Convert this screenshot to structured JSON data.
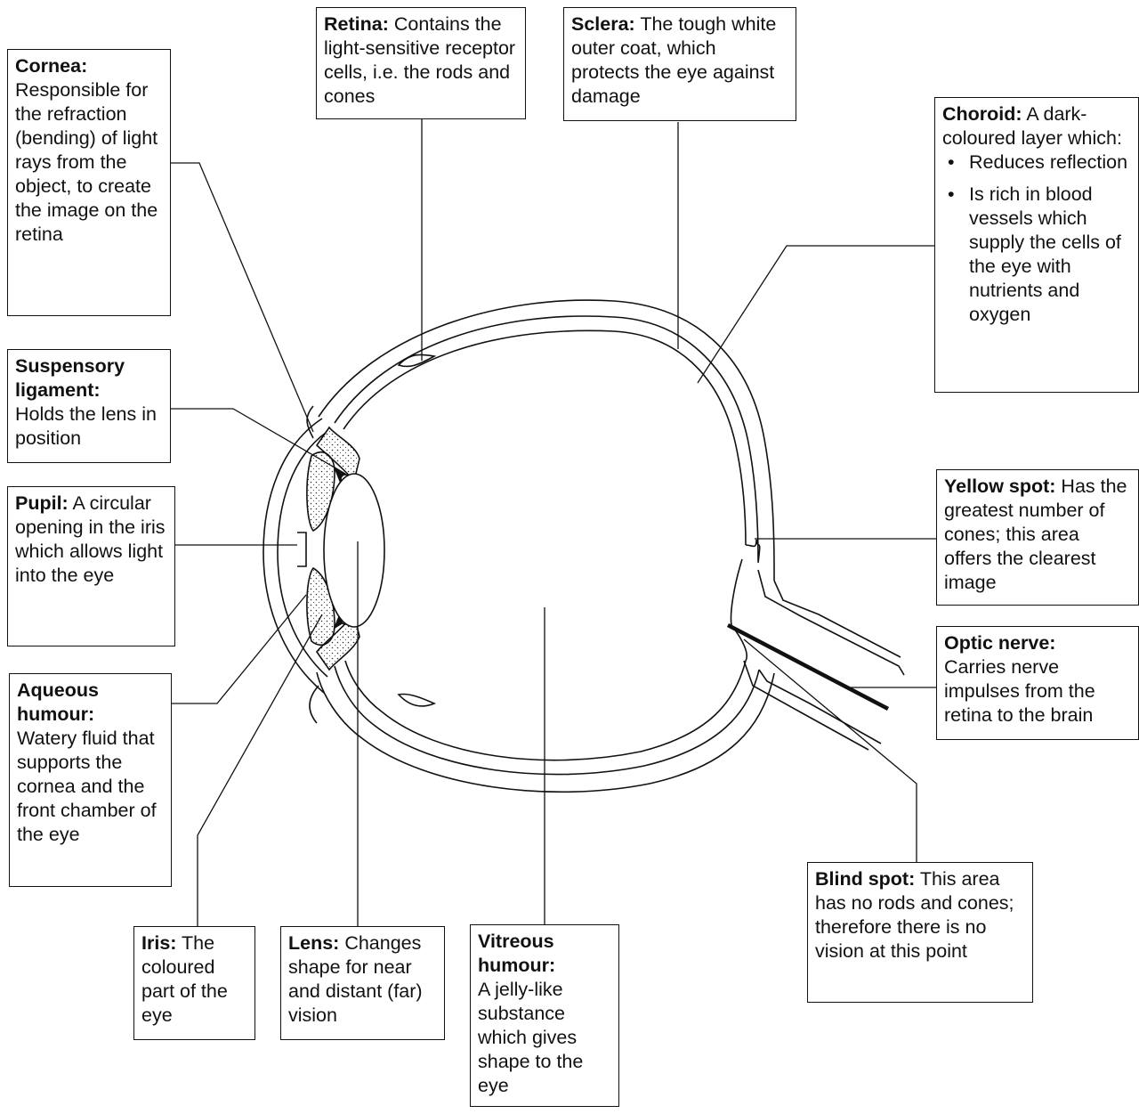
{
  "labels": {
    "cornea": {
      "term": "Cornea:",
      "desc": "Responsible for the refraction (bending) of light rays from the object, to create the image on the retina"
    },
    "retina": {
      "term": "Retina:",
      "desc": "Contains the light-sensitive receptor cells, i.e. the rods and cones"
    },
    "sclera": {
      "term": "Sclera:",
      "desc": "The tough white outer coat, which protects the eye against damage"
    },
    "choroid": {
      "term": "Choroid:",
      "desc": "A dark-coloured layer which:",
      "bullets": [
        "Reduces reflection",
        "Is rich in blood vessels which supply the cells of the eye with nutrients and oxygen"
      ]
    },
    "suspensory": {
      "term": "Suspensory ligament:",
      "desc": "Holds the lens in position"
    },
    "pupil": {
      "term": "Pupil:",
      "desc": "A circular opening in the iris which allows light into the eye"
    },
    "aqueous": {
      "term": "Aqueous humour:",
      "desc": "Watery fluid that supports the cornea and the front chamber of the eye"
    },
    "yellow_spot": {
      "term": "Yellow spot:",
      "desc": "Has the greatest number of cones; this area offers the clearest image"
    },
    "optic_nerve": {
      "term": "Optic nerve:",
      "desc": "Carries nerve impulses from the retina to the brain"
    },
    "blind_spot": {
      "term": "Blind spot:",
      "desc": "This area has no rods and cones; therefore there is no vision at this point"
    },
    "iris": {
      "term": "Iris:",
      "desc": "The coloured part of the eye"
    },
    "lens": {
      "term": "Lens:",
      "desc": "Changes shape for near and distant (far) vision"
    },
    "vitreous": {
      "term": "Vitreous humour:",
      "desc": "A jelly-like substance which gives shape to the eye"
    }
  }
}
